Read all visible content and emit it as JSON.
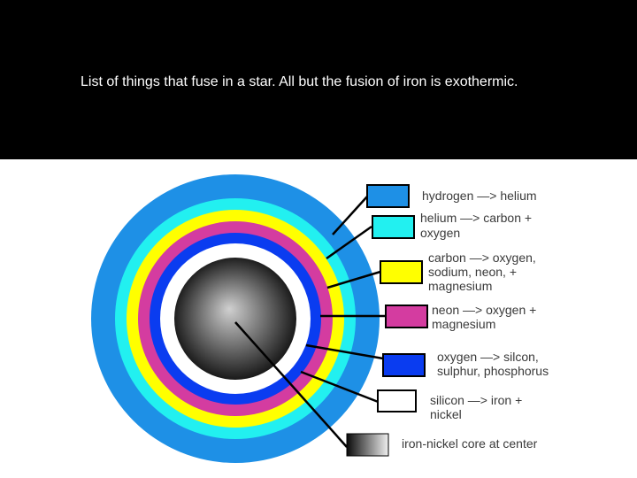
{
  "slide": {
    "caption": "List of things that fuse in a star. All but the fusion of iron is exothermic."
  },
  "colors": {
    "hydrogen": "#1e90e6",
    "helium": "#22f0f0",
    "carbon": "#ffff00",
    "neon": "#d43ca0",
    "oxygen": "#0a3cf0",
    "silicon": "#ffffff",
    "core_light": "#cfcfcf",
    "core_dark": "#000000",
    "header_bg": "#000000"
  },
  "legend": [
    {
      "key": "hydrogen",
      "lines": [
        "hydrogen —> helium"
      ]
    },
    {
      "key": "helium",
      "lines": [
        "helium —> carbon +",
        "oxygen"
      ]
    },
    {
      "key": "carbon",
      "lines": [
        "carbon —> oxygen,",
        "sodium, neon, +",
        "magnesium"
      ]
    },
    {
      "key": "neon",
      "lines": [
        "neon —> oxygen +",
        "magnesium"
      ]
    },
    {
      "key": "oxygen",
      "lines": [
        "oxygen —> silcon,",
        "sulphur, phosphorus"
      ]
    },
    {
      "key": "silicon",
      "lines": [
        "silicon —> iron +",
        "nickel"
      ]
    },
    {
      "key": "core",
      "lines": [
        "iron-nickel core at center"
      ]
    }
  ]
}
